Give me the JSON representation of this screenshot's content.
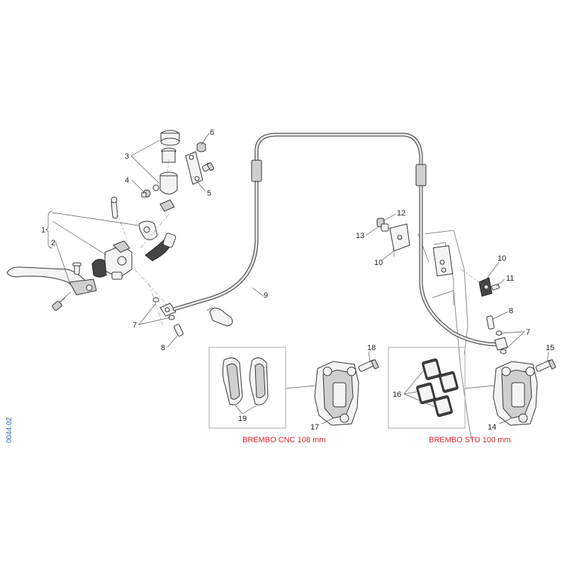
{
  "callouts": {
    "c1": "1",
    "c2": "2",
    "c3": "3",
    "c4": "4",
    "c5": "5",
    "c6": "6",
    "c7a": "7",
    "c7b": "7",
    "c8a": "8",
    "c8b": "8",
    "c9": "9",
    "c10a": "10",
    "c10b": "10",
    "c11": "11",
    "c12": "12",
    "c13": "13",
    "c14": "14",
    "c15": "15",
    "c16": "16",
    "c17": "17",
    "c18": "18",
    "c19": "19"
  },
  "variants": {
    "cnc": "BREMBO CNC 108 mm",
    "std": "BREMBO STD 100 mm"
  },
  "reference_code": "0044.02",
  "colors": {
    "variant_label": "#d9262c",
    "reference_code": "#2b5fa8",
    "line": "#333333"
  }
}
